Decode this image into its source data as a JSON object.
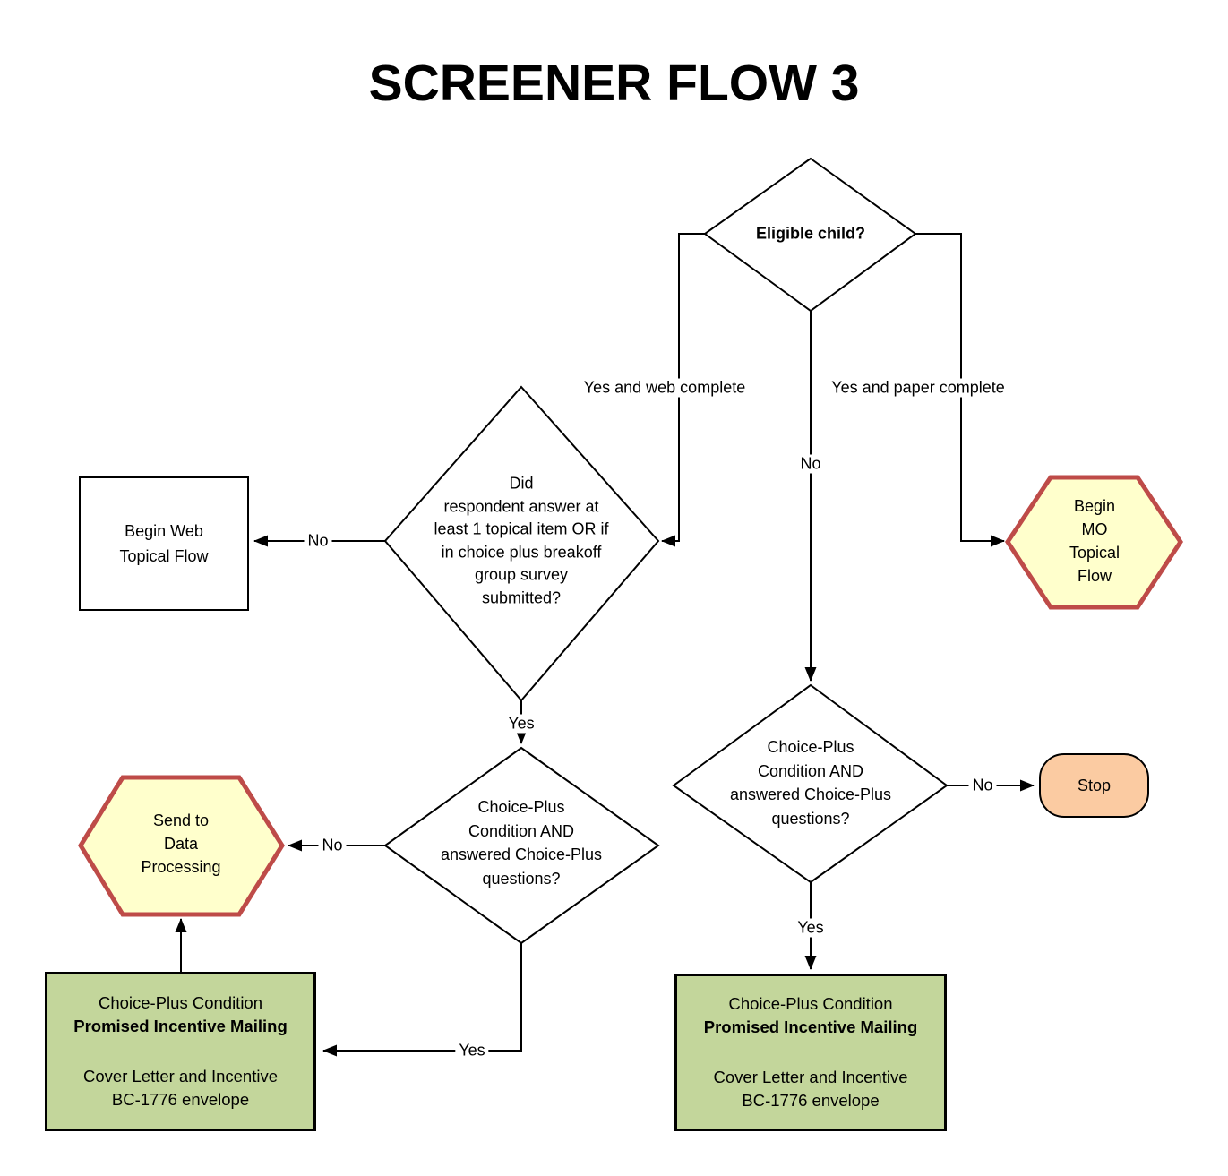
{
  "title": "SCREENER FLOW 3",
  "colors": {
    "hexagon_fill": "#FFFFCC",
    "hexagon_border": "#BE4B48",
    "process_fill": "#C3D69B",
    "stop_fill": "#FBCBA2",
    "line": "#000000"
  },
  "nodes": {
    "eligible_child": {
      "label": "Eligible child?"
    },
    "begin_web_topical": {
      "label": "Begin Web\nTopical Flow"
    },
    "topical_answer_question": {
      "label": "Did\nrespondent answer at\nleast 1 topical item OR if\nin choice plus breakoff\ngroup survey\nsubmitted?"
    },
    "begin_mo_topical": {
      "label": "Begin\nMO\nTopical\nFlow"
    },
    "choice_plus_question_left": {
      "label": "Choice-Plus\nCondition AND\nanswered Choice-Plus\nquestions?"
    },
    "send_to_data_processing": {
      "label": "Send to\nData\nProcessing"
    },
    "choice_plus_question_right": {
      "label": "Choice-Plus\nCondition AND\nanswered Choice-Plus\nquestions?"
    },
    "stop": {
      "label": "Stop"
    },
    "incentive_mailing_left": {
      "line1": "Choice-Plus Condition",
      "line2": "Promised Incentive Mailing",
      "line3": "Cover Letter and Incentive",
      "line4": "BC-1776 envelope"
    },
    "incentive_mailing_right": {
      "line1": "Choice-Plus Condition",
      "line2": "Promised Incentive Mailing",
      "line3": "Cover Letter and Incentive",
      "line4": "BC-1776 envelope"
    }
  },
  "edge_labels": {
    "yes_and_web_complete": "Yes and web complete",
    "yes_and_paper_complete": "Yes and paper complete",
    "no_center": "No",
    "no_to_begin_web": "No",
    "yes_to_choice_plus_left": "Yes",
    "no_to_send_dp": "No",
    "yes_to_incentive_left": "Yes",
    "no_to_stop": "No",
    "yes_to_incentive_right": "Yes"
  }
}
